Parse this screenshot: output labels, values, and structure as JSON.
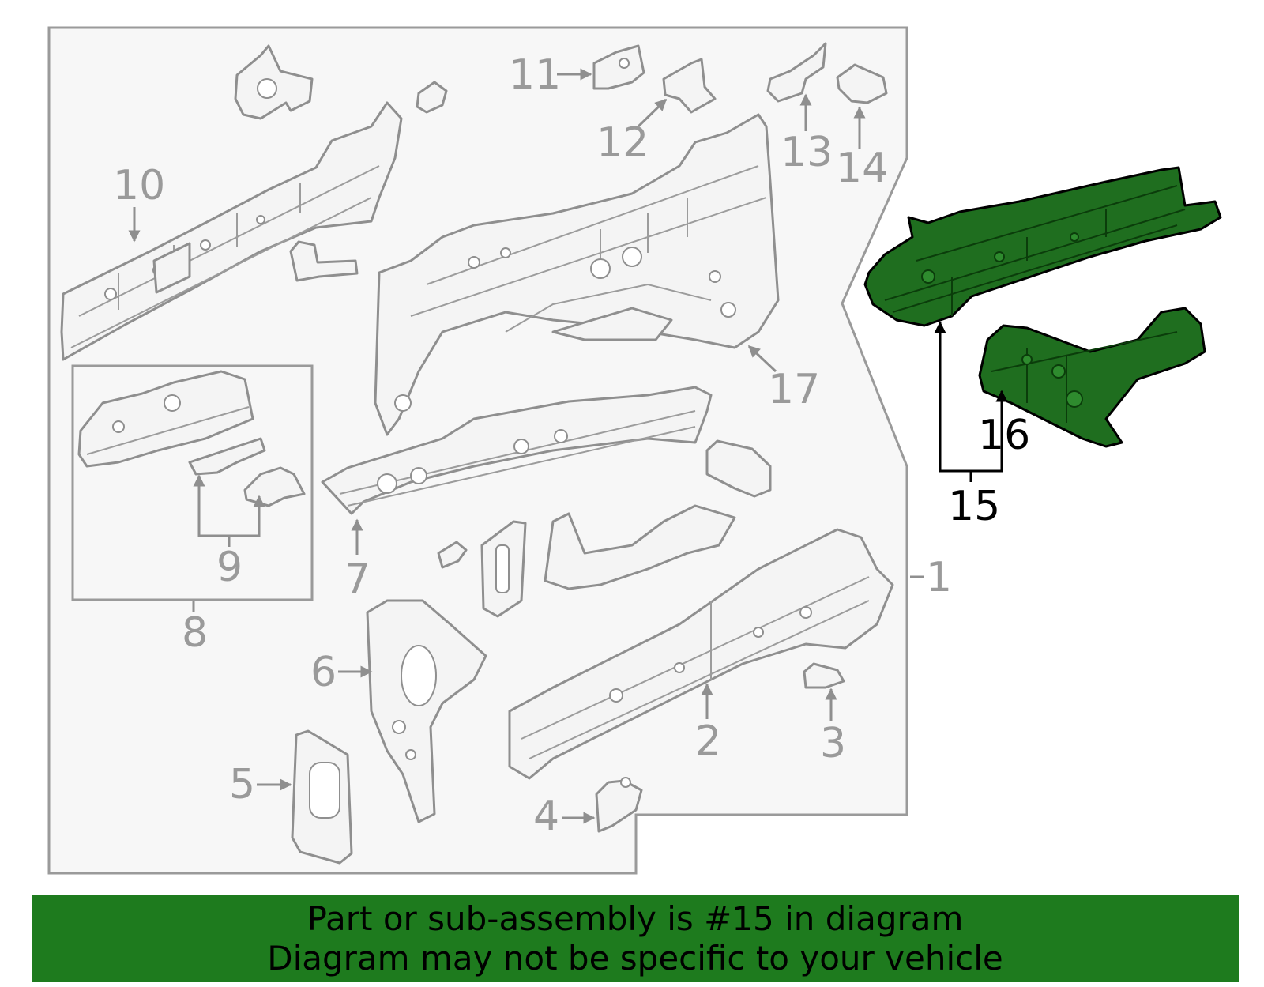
{
  "diagram": {
    "highlighted_part": "15",
    "highlight_color": "#1f6e1f",
    "outline_color": "#8f8f8f",
    "callouts": {
      "c1": "1",
      "c2": "2",
      "c3": "3",
      "c4": "4",
      "c5": "5",
      "c6": "6",
      "c7": "7",
      "c8": "8",
      "c9": "9",
      "c10": "10",
      "c11": "11",
      "c12": "12",
      "c13": "13",
      "c14": "14",
      "c15": "15",
      "c16": "16",
      "c17": "17"
    }
  },
  "banner": {
    "background": "#1e7b1e",
    "line1": "Part or sub-assembly is #15 in diagram",
    "line2": "Diagram may not be specific to your vehicle"
  }
}
